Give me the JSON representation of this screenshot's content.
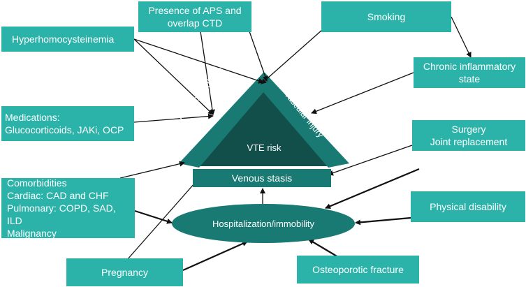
{
  "colors": {
    "box": "#2bb3aa",
    "dark": "#197a74",
    "triangle": "#134f4a",
    "arrow": "#111111"
  },
  "center": {
    "vte_risk": "VTE risk",
    "hypercoagulable_state": "Hypercoagulable state",
    "vascular_injury": "Vascular injury",
    "venous_stasis": "Venous stasis",
    "hospitalization": "Hospitalization/immobility"
  },
  "factors": {
    "aps": [
      "Presence of APS and",
      "overlap CTD"
    ],
    "smoking": "Smoking",
    "hyperhomocysteinemia": "Hyperhomocysteinemia",
    "chronic_inflammatory": [
      "Chronic inflammatory",
      "state"
    ],
    "medications": [
      "Medications:",
      "Glucocorticoids, JAKi, OCP"
    ],
    "surgery": [
      "Surgery",
      "Joint replacement"
    ],
    "comorbidities": [
      "Comorbidities",
      "Cardiac: CAD and CHF",
      "Pulmonary: COPD, SAD, ILD",
      "Malignancy"
    ],
    "physical_disability": "Physical disability",
    "pregnancy": "Pregnancy",
    "osteoporotic_fracture": "Osteoporotic fracture"
  }
}
